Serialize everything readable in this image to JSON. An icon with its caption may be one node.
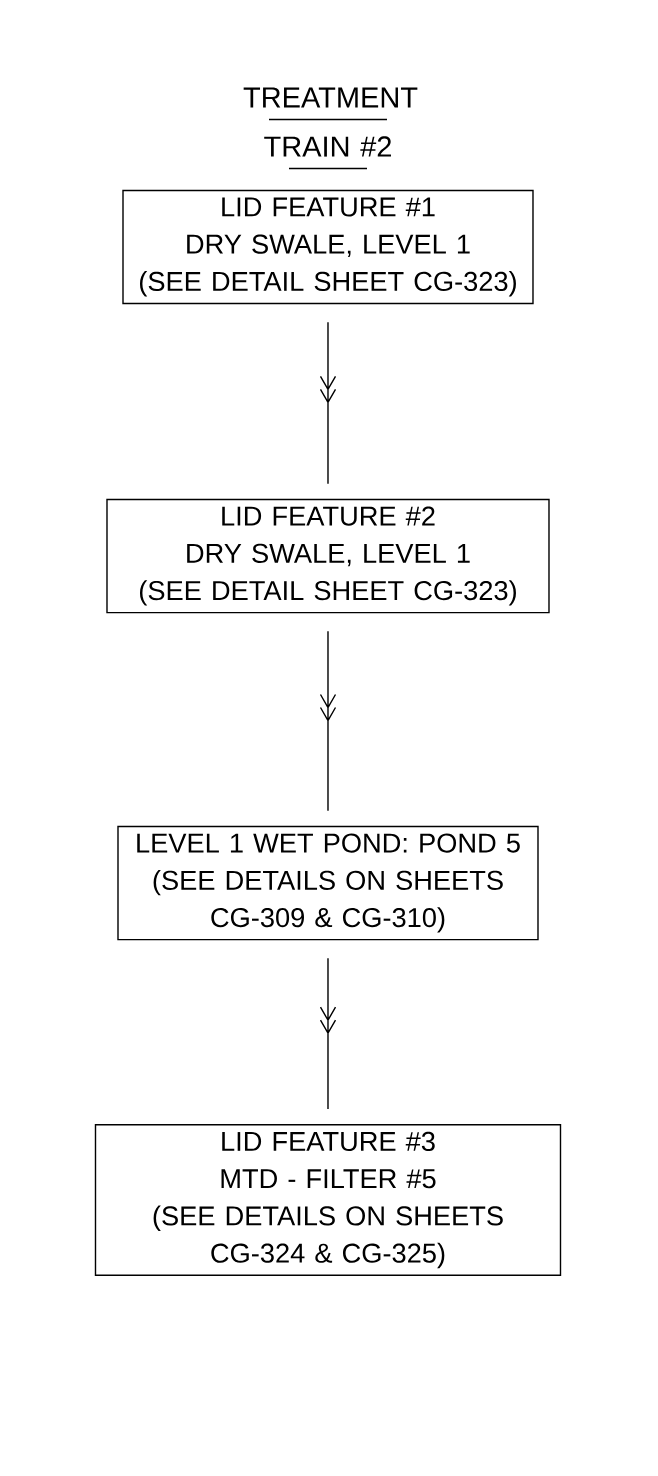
{
  "diagram": {
    "title": "TREATMENT TRAIN #2",
    "nodes": [
      {
        "text": [
          "LID FEATURE #1",
          "DRY SWALE, LEVEL 1",
          "(SEE DETAIL SHEET CG-323)"
        ]
      },
      {
        "text": [
          "LID FEATURE #2",
          "DRY SWALE, LEVEL 1",
          "(SEE DETAIL SHEET CG-323)"
        ]
      },
      {
        "text": [
          "LEVEL 1 WET POND: POND 5",
          "(SEE DETAILS ON SHEETS CG-309 & CG-310)"
        ]
      },
      {
        "text": [
          "LID FEATURE #3",
          "MTD - FILTER #5",
          "(SEE DETAILS ON SHEETS CG-324 & CG-325)"
        ]
      }
    ],
    "edges": [
      {
        "from": 0,
        "to": 1,
        "arrow": "to"
      },
      {
        "from": 1,
        "to": 2,
        "arrow": "to"
      },
      {
        "from": 2,
        "to": 3,
        "arrow": "to"
      }
    ]
  }
}
